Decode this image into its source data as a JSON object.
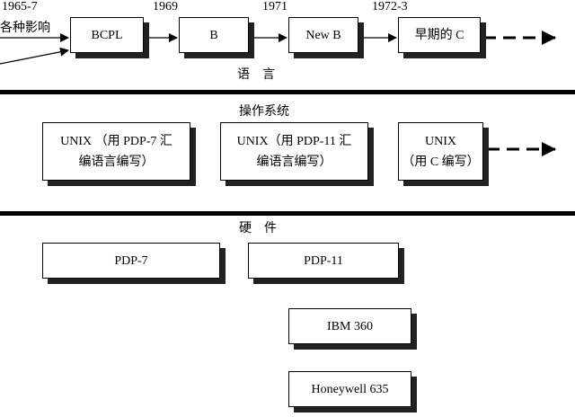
{
  "language": {
    "years": [
      "1965-7",
      "1969",
      "1971",
      "1972-3"
    ],
    "influence_label": "各种影响",
    "boxes": [
      "BCPL",
      "B",
      "New B",
      "早期的 C"
    ],
    "section_label": "语    言"
  },
  "os": {
    "section_label": "操作系统",
    "boxes": [
      "UNIX （用 PDP-7 汇\n编语言编写）",
      "UNIX（用 PDP-11 汇\n编语言编写）",
      "UNIX\n（用 C 编写）"
    ]
  },
  "hardware": {
    "section_label": "硬    件",
    "boxes": [
      "PDP-7",
      "PDP-11",
      "IBM 360",
      "Honeywell 635"
    ]
  }
}
